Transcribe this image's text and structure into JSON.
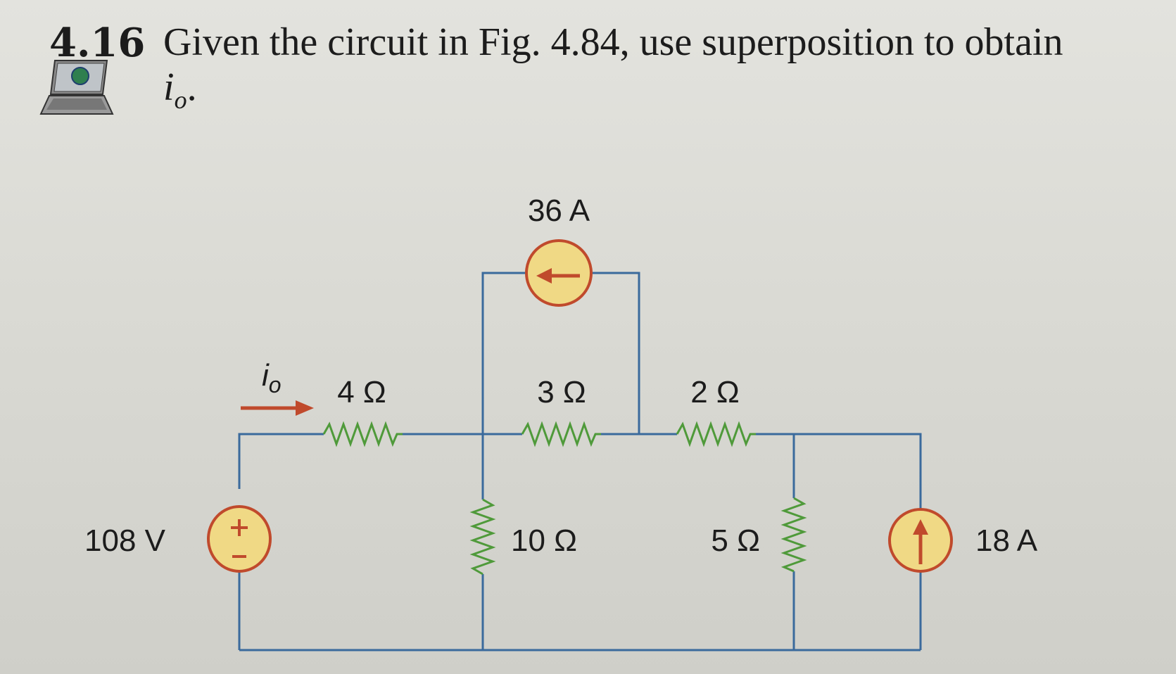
{
  "problem": {
    "number": "4.16",
    "text_before_var": "Given the circuit in Fig. 4.84, use superposition to obtain ",
    "variable": "i",
    "variable_subscript": "o",
    "text_after_var": "."
  },
  "icon": "laptop-icon",
  "circuit": {
    "current_source_top": "36 A",
    "current_source_right": "18 A",
    "voltage_source": "108 V",
    "current_label": "i",
    "current_label_subscript": "o",
    "r_4": "4 Ω",
    "r_3": "3 Ω",
    "r_2": "2 Ω",
    "r_10": "10 Ω",
    "r_5": "5 Ω"
  },
  "colors": {
    "wire": "#3a6a9c",
    "resistor": "#4f9a3a",
    "source_fill": "#f0d985",
    "source_stroke": "#c04a2c",
    "arrow": "#c04a2c"
  }
}
